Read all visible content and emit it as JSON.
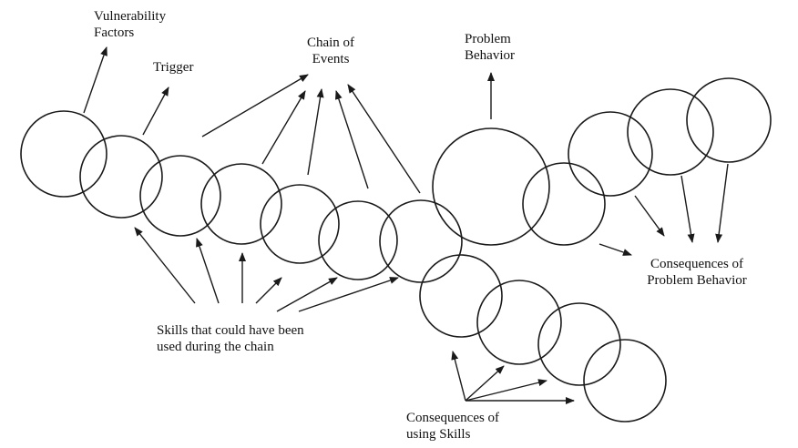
{
  "labels": {
    "vulnerability": [
      "Vulnerability",
      "Factors"
    ],
    "trigger": [
      "Trigger"
    ],
    "chain_of_events": [
      "Chain of",
      "Events"
    ],
    "problem_behavior": [
      "Problem",
      "Behavior"
    ],
    "consequences_problem": [
      "Consequences of",
      "Problem Behavior"
    ],
    "skills": [
      "Skills that could have been",
      "used during the chain"
    ],
    "consequences_skills": [
      "Consequences of",
      "using Skills"
    ]
  },
  "colors": {
    "ink": "#1a1a1a",
    "background": "#ffffff"
  }
}
